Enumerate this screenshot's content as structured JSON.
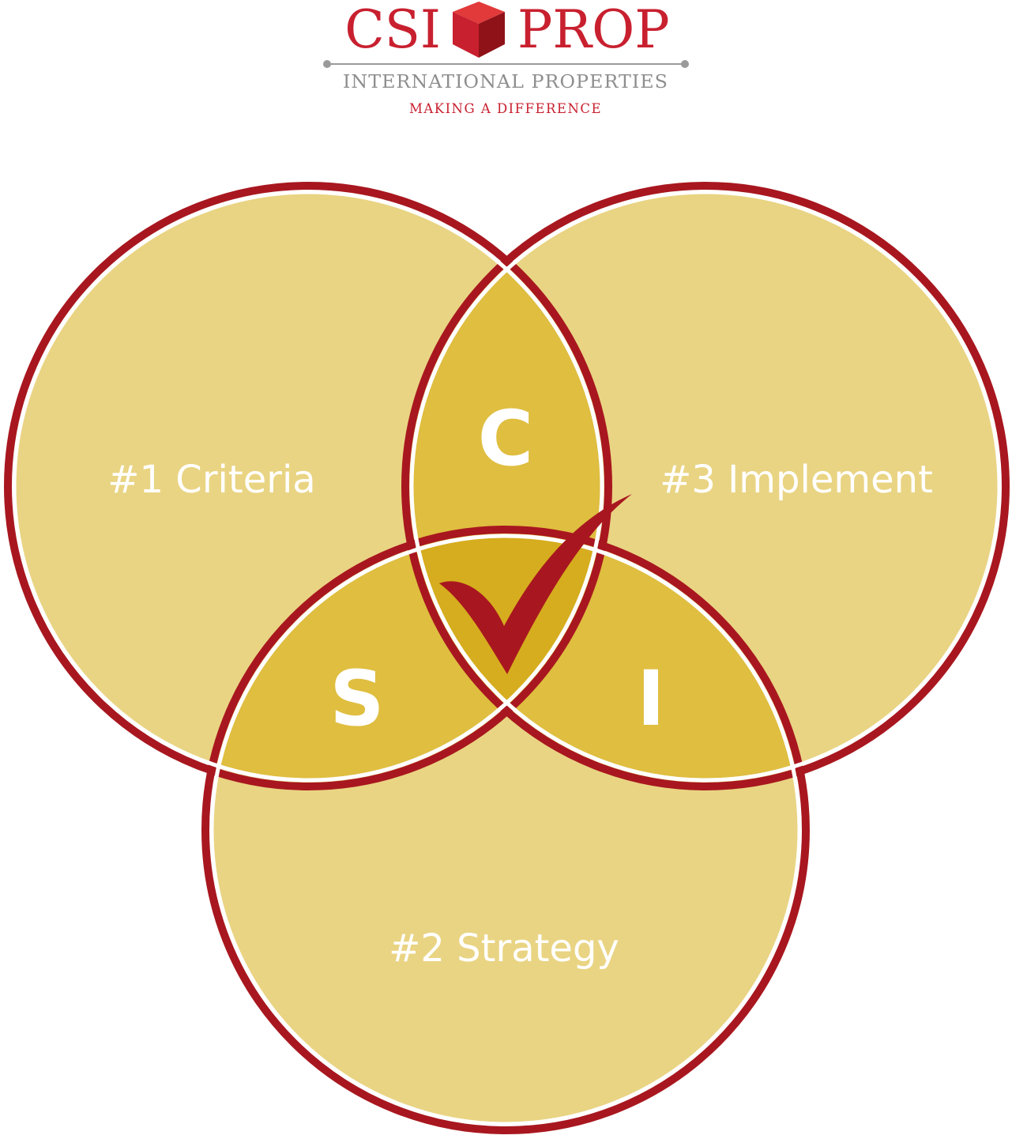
{
  "logo": {
    "word_left": "CSI",
    "word_right": "PROP",
    "subtitle": "INTERNATIONAL PROPERTIES",
    "tagline": "MAKING A DIFFERENCE",
    "cube_icon": "cube-icon"
  },
  "circles": {
    "criteria": "#1 Criteria",
    "implement": "#3 Implement",
    "strategy": "#2 Strategy"
  },
  "letters": {
    "c": "C",
    "s": "S",
    "i": "I"
  },
  "center_icon": "checkmark-icon",
  "colors": {
    "circle_fill": "#e9d483",
    "pair_overlap_fill": "#dfbe40",
    "center_fill": "#d6ad1e",
    "outline_red": "#a8171f",
    "brand_red": "#c8202f",
    "gray": "#8e8e8e",
    "label_text": "#ffffff"
  }
}
